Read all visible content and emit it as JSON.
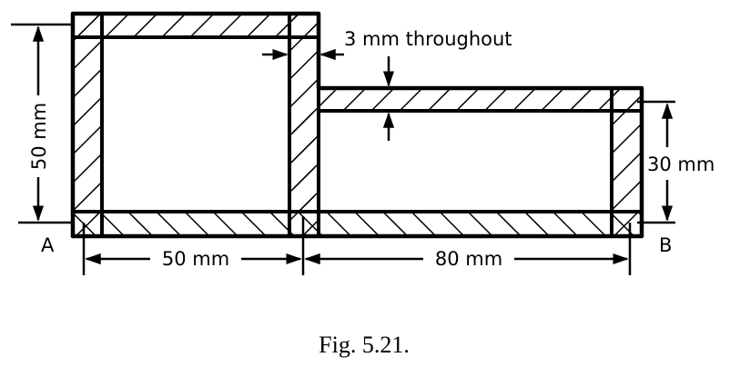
{
  "figure": {
    "caption": "Fig. 5.21.",
    "thickness_note": "3 mm throughout",
    "dimensions": {
      "left_height": "50 mm",
      "right_height": "30 mm",
      "left_width": "50 mm",
      "right_width": "80 mm"
    },
    "points": {
      "a": "A",
      "b": "B"
    },
    "colors": {
      "ink": "#000000",
      "background": "#ffffff"
    }
  }
}
